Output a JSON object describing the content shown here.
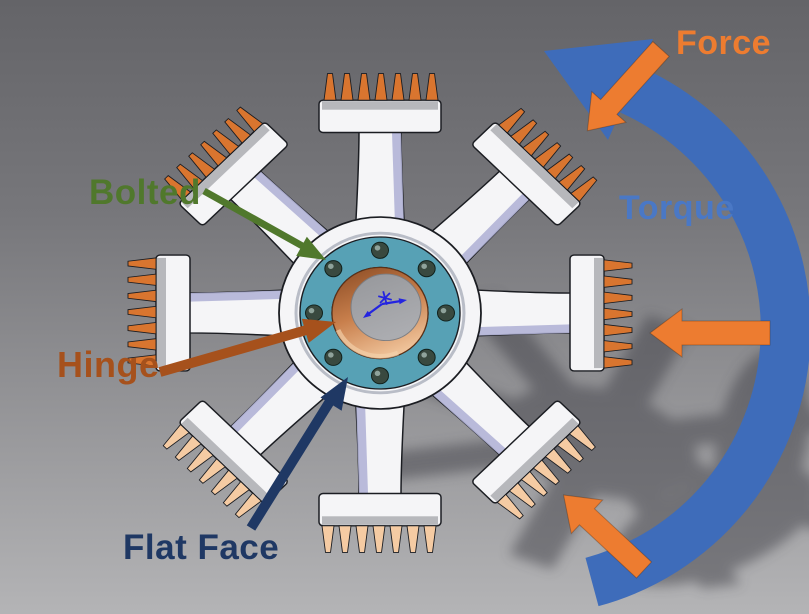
{
  "annotations": {
    "force": {
      "label": "Force",
      "color": "#ED7C30"
    },
    "torque": {
      "label": "Torque",
      "color": "#4A78C5",
      "arrow_color": "#3E6CBA"
    },
    "bolted": {
      "label": "Bolted",
      "color": "#50782C"
    },
    "hinge": {
      "label": "Hinge",
      "color": "#A6511C"
    },
    "flat_face": {
      "label": "Flat Face",
      "color": "#1F3864"
    }
  },
  "part": {
    "colors": {
      "body": "#F5F5F7",
      "side_face": "#B2B4D6",
      "top_shade": "#83858C",
      "outline": "#1B1D22",
      "fin_bright": "#D9752F",
      "fin_pale": "#F5CBA3",
      "hub_face": "#57A1B5",
      "bolt": "#39493F",
      "hinge_copper_dark": "#8E4E26",
      "hinge_copper_mid": "#C87F4C",
      "hinge_copper_light": "#F0C49B"
    }
  },
  "scene": {
    "background_top": "#646468",
    "background_bottom": "#B4B4B6",
    "shadow": "#404147",
    "origin_triad": "#2424E0"
  }
}
